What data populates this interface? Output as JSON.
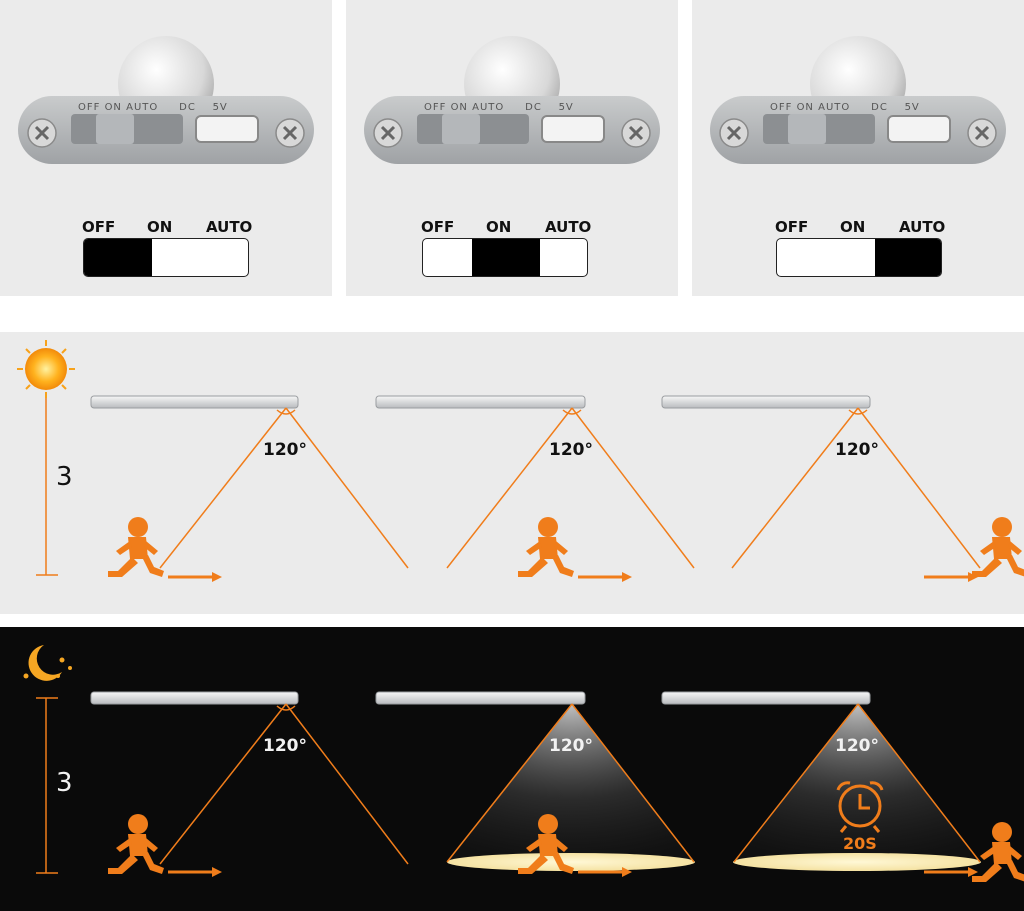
{
  "switch_labels": {
    "off": "OFF",
    "on": "ON",
    "auto": "AUTO"
  },
  "device": {
    "dc_label": "DC",
    "v_label": "5V"
  },
  "panels": [
    {
      "selected": "off"
    },
    {
      "selected": "on"
    },
    {
      "selected": "auto"
    }
  ],
  "day_row": {
    "height": "3",
    "angles": [
      "120°",
      "120°",
      "120°"
    ]
  },
  "night_row": {
    "height": "3",
    "angles": [
      "120°",
      "120°",
      "120°"
    ],
    "timer": "20S"
  },
  "colors": {
    "accent": "#f07d1b",
    "light_beam": "#fff3c8",
    "night_bg": "#0a0a0a",
    "day_bg": "#ebebeb"
  }
}
